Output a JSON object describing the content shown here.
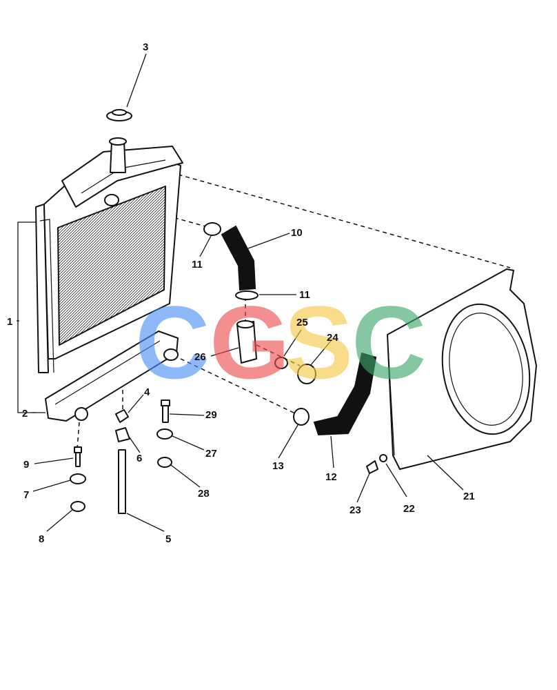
{
  "callouts": {
    "c1": "1",
    "c2": "2",
    "c3": "3",
    "c4": "4",
    "c5": "5",
    "c6": "6",
    "c7": "7",
    "c8": "8",
    "c9": "9",
    "c10": "10",
    "c11a": "11",
    "c11b": "11",
    "c12": "12",
    "c13": "13",
    "c21": "21",
    "c22": "22",
    "c23": "23",
    "c24": "24",
    "c25": "25",
    "c26": "26",
    "c27": "27",
    "c28": "28",
    "c29": "29"
  },
  "watermark": {
    "letters": [
      "C",
      "G",
      "S",
      "C"
    ],
    "colors": [
      "#4a8ff5",
      "#ee4b4b",
      "#f5c842",
      "#3aa868"
    ]
  }
}
